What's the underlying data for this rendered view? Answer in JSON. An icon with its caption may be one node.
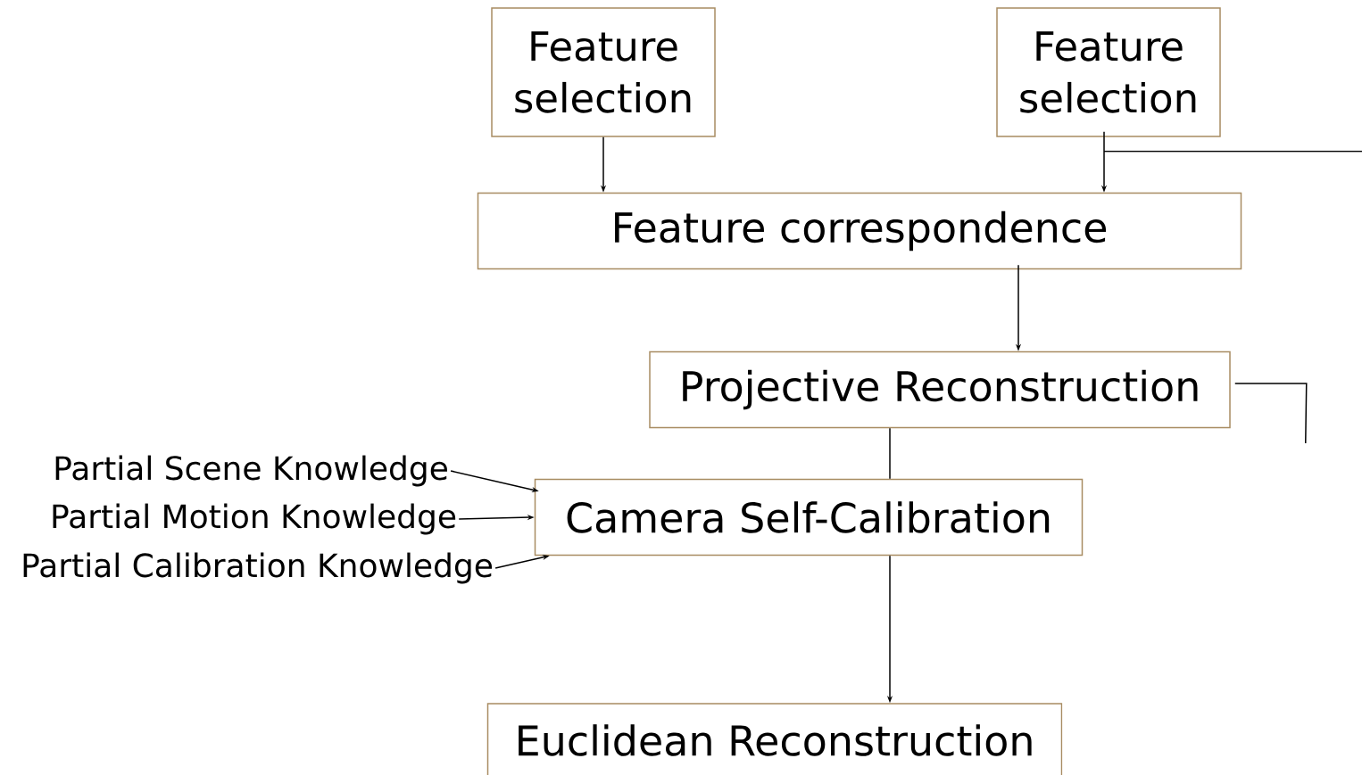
{
  "diagram": {
    "nodes": [
      {
        "text": [
          "Feature selection"
        ]
      },
      {
        "text": [
          "Feature selection"
        ]
      },
      {
        "text": [
          "Feature correspondence"
        ]
      },
      {
        "text": [
          "Projective Reconstruction"
        ]
      },
      {
        "text": [
          "Camera Self-Calibration"
        ]
      },
      {
        "text": [
          "Euclidean Reconstruction"
        ]
      },
      {
        "text": [
          "Partial Scene Knowledge"
        ]
      },
      {
        "text": [
          "Partial Motion Knowledge"
        ]
      },
      {
        "text": [
          "Partial Calibration Knowledge"
        ]
      }
    ],
    "edges": [
      {
        "from": 0,
        "to": 2,
        "arrow": "to"
      },
      {
        "from": 1,
        "to": 2,
        "arrow": "to"
      },
      {
        "from": 1,
        "to": null,
        "arrow": "none"
      },
      {
        "from": 2,
        "to": 3,
        "arrow": "to"
      },
      {
        "from": 3,
        "to": 4,
        "arrow": "none"
      },
      {
        "from": 3,
        "to": null,
        "arrow": "none"
      },
      {
        "from": 4,
        "to": 5,
        "arrow": "to"
      },
      {
        "from": 6,
        "to": 4,
        "arrow": "to"
      },
      {
        "from": 7,
        "to": 4,
        "arrow": "to"
      },
      {
        "from": 8,
        "to": 4,
        "arrow": "to"
      }
    ]
  }
}
